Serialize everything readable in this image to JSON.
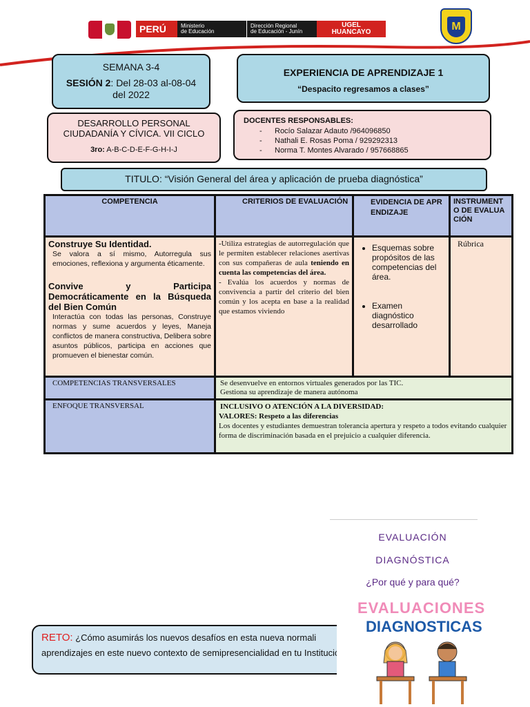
{
  "header": {
    "peru": "PERÚ",
    "ministerio": "Ministerio\nde Educación",
    "direccion": "Dirección Regional\nde Educación - Junín",
    "ugel": "UGEL\nHUANCAYO",
    "school_initial": "M"
  },
  "semana": {
    "title": "SEMANA  3-4",
    "session_label": "SESIÓN 2",
    "session_text": ": Del  28-03 al-08-04 del 2022"
  },
  "experiencia": {
    "title": "EXPERIENCIA DE APRENDIZAJE 1",
    "subtitle": "“Despacito regresamos a clases”"
  },
  "area": {
    "line1": "DESARROLLO PERSONAL",
    "line2": "CIUDADANÍA Y CÍVICA. VII CICLO",
    "grade_label": "3ro:",
    "grade_sections": " A-B-C-D-E-F-G-H-I-J"
  },
  "docentes": {
    "title": "DOCENTES RESPONSABLES:",
    "items": [
      "Rocío Salazar Adauto /964096850",
      "Nathali E. Rosas Poma / 929292313",
      "Norma T. Montes Alvarado / 957668865"
    ]
  },
  "titulo": "TITULO: “Visión General del área y aplicación de prueba diagnóstica”",
  "table": {
    "headers": [
      "COMPETENCIA",
      "CRITERIOS DE EVALUACIÓN",
      "EVIDENCIA DE APRENDIZAJE",
      "INSTRUMENTO DE EVALUACIÓN"
    ],
    "competencia1_title": "Construye Su Identidad.",
    "competencia1_text": "Se valora a sí mismo, Autorregula sus emociones, reflexiona y argumenta éticamente.",
    "competencia2_title": "Convive y Participa Democráticamente en la Búsqueda del Bien Común",
    "competencia2_text": "Interactúa con todas las personas, Construye normas y sume acuerdos y leyes, Maneja conflictos de manera constructiva, Delibera sobre asuntos públicos, participa en acciones que promueven el bienestar común.",
    "criterio1_a": "-Utiliza estrategias de autorregulación que le permiten establecer relaciones asertivas con sus compañeras de aula ",
    "criterio1_b": "teniendo en cuenta las competencias del área.",
    "criterio2": "- Evalúa los acuerdos y normas de convivencia a partir del criterio del bien común y los acepta en base a la realidad que estamos viviendo",
    "evidencias": [
      "Esquemas sobre propósitos de las competencias del área.",
      "Examen diagnóstico desarrollado"
    ],
    "instrumento": "Rúbrica",
    "transversales_label": "COMPETENCIAS TRANSVERSALES",
    "transversales_lines": [
      "Se          desenvuelve en entornos virtuales generados por las TIC.",
      "Gestiona su aprendizaje de manera autónoma"
    ],
    "enfoque_label": "ENFOQUE TRANSVERSAL",
    "enfoque_title": "INCLUSIVO O ATENCIÓN A LA DIVERSIDAD:",
    "valores_title": "VALORES: Respeto a las diferencias",
    "enfoque_text": "Los docentes y estudiantes demuestran tolerancia apertura y respeto a todos evitando cualquier forma de discriminación basada en el prejuicio a cualquier diferencia."
  },
  "evaluacion": {
    "line1": "EVALUACIÓN",
    "line2": "DIAGNÓSTICA",
    "line3": "¿Por qué y para qué?",
    "banner1": "EVALUACIONES",
    "banner2": "DIAGNOSTICAS"
  },
  "reto": {
    "label": "RETO:",
    "text": " ¿Cómo asumirás  los nuevos desafíos en esta nueva normali",
    "text2": "aprendizajes en este nuevo contexto de semipresencialidad en tu Institución"
  }
}
